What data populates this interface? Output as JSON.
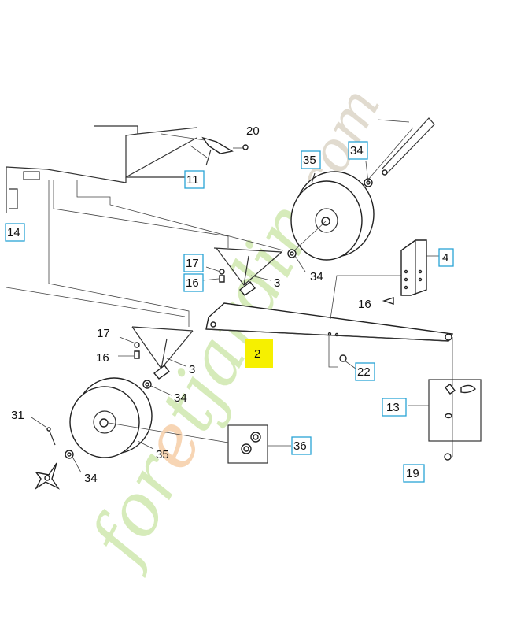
{
  "callouts": {
    "c2": "2",
    "c3a": "3",
    "c3b": "3",
    "c4": "4",
    "c11": "11",
    "c13": "13",
    "c14": "14",
    "c16a": "16",
    "c16b": "16",
    "c16c": "16",
    "c17a": "17",
    "c17b": "17",
    "c19": "19",
    "c20": "20",
    "c22": "22",
    "c31": "31",
    "c34a": "34",
    "c34b": "34",
    "c34c": "34",
    "c34d": "34",
    "c35a": "35",
    "c35b": "35",
    "c36": "36"
  },
  "watermark": {
    "part1": "for",
    "part2": "e",
    "part3": "tjardin",
    "part4": ".com"
  },
  "colors": {
    "callout_box": "#29a3d6",
    "highlight": "#f6f000",
    "watermark_green": "#c9e5a3",
    "watermark_orange": "#f5c79b"
  }
}
